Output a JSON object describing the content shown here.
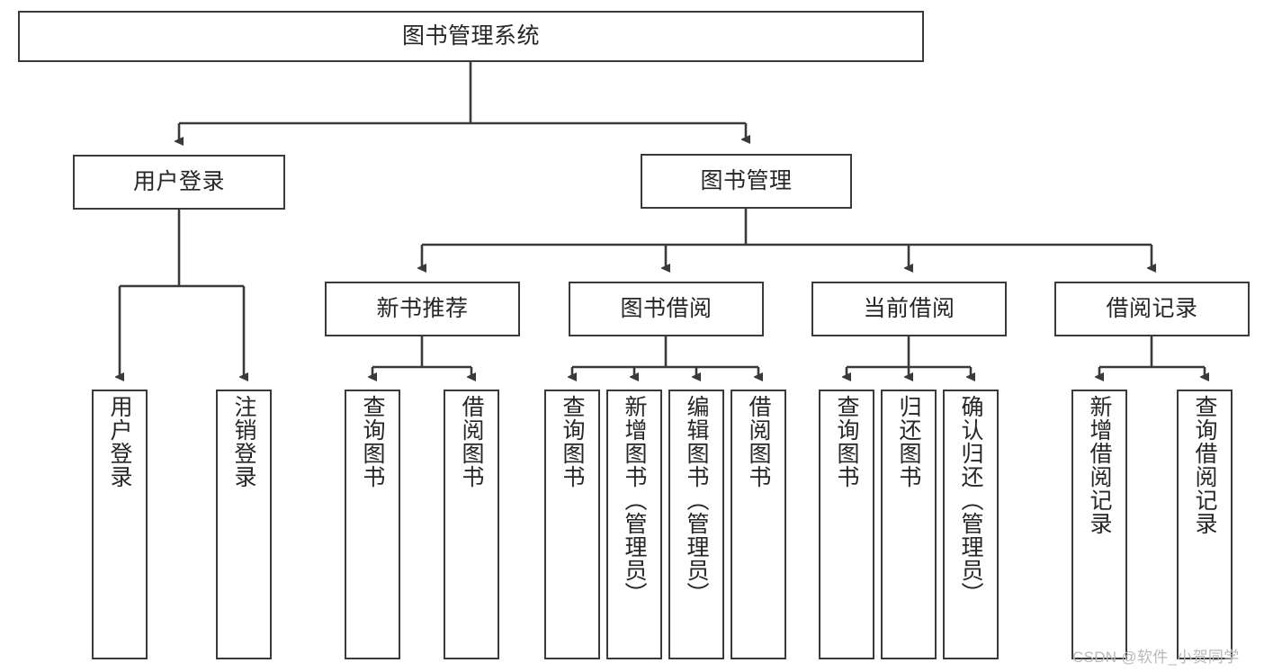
{
  "diagram": {
    "type": "tree-hierarchy-diagram",
    "title": "图书管理系统",
    "root": {
      "id": "root",
      "label": "图书管理系统"
    },
    "level2": [
      {
        "id": "user-login",
        "label": "用户登录"
      },
      {
        "id": "book-manage",
        "label": "图书管理"
      }
    ],
    "level3": [
      {
        "id": "new-book-recommend",
        "label": "新书推荐"
      },
      {
        "id": "book-borrow",
        "label": "图书借阅"
      },
      {
        "id": "current-borrow",
        "label": "当前借阅"
      },
      {
        "id": "borrow-record",
        "label": "借阅记录"
      }
    ],
    "leaves": {
      "user_login": [
        {
          "id": "leaf-user-login",
          "label": "用户登录"
        },
        {
          "id": "leaf-logout-login",
          "label": "注销登录"
        }
      ],
      "new_book_recommend": [
        {
          "id": "leaf-query-book-1",
          "label": "查询图书"
        },
        {
          "id": "leaf-borrow-book-1",
          "label": "借阅图书"
        }
      ],
      "book_borrow": [
        {
          "id": "leaf-query-book-2",
          "label": "查询图书"
        },
        {
          "id": "leaf-add-book",
          "label": "新增图书（管理员）"
        },
        {
          "id": "leaf-edit-book",
          "label": "编辑图书（管理员）"
        },
        {
          "id": "leaf-borrow-book-2",
          "label": "借阅图书"
        }
      ],
      "current_borrow": [
        {
          "id": "leaf-query-book-3",
          "label": "查询图书"
        },
        {
          "id": "leaf-return-book",
          "label": "归还图书"
        },
        {
          "id": "leaf-confirm-return",
          "label": "确认归还（管理员）"
        }
      ],
      "borrow_record": [
        {
          "id": "leaf-add-record",
          "label": "新增借阅记录"
        },
        {
          "id": "leaf-query-record",
          "label": "查询借阅记录"
        }
      ]
    },
    "colors": {
      "stroke": "#3a3a3a",
      "fill": "#ffffff",
      "text": "#262626",
      "watermark": "#b9b9b9"
    }
  },
  "watermark": {
    "text": "CSDN @软件_小贺同学"
  }
}
